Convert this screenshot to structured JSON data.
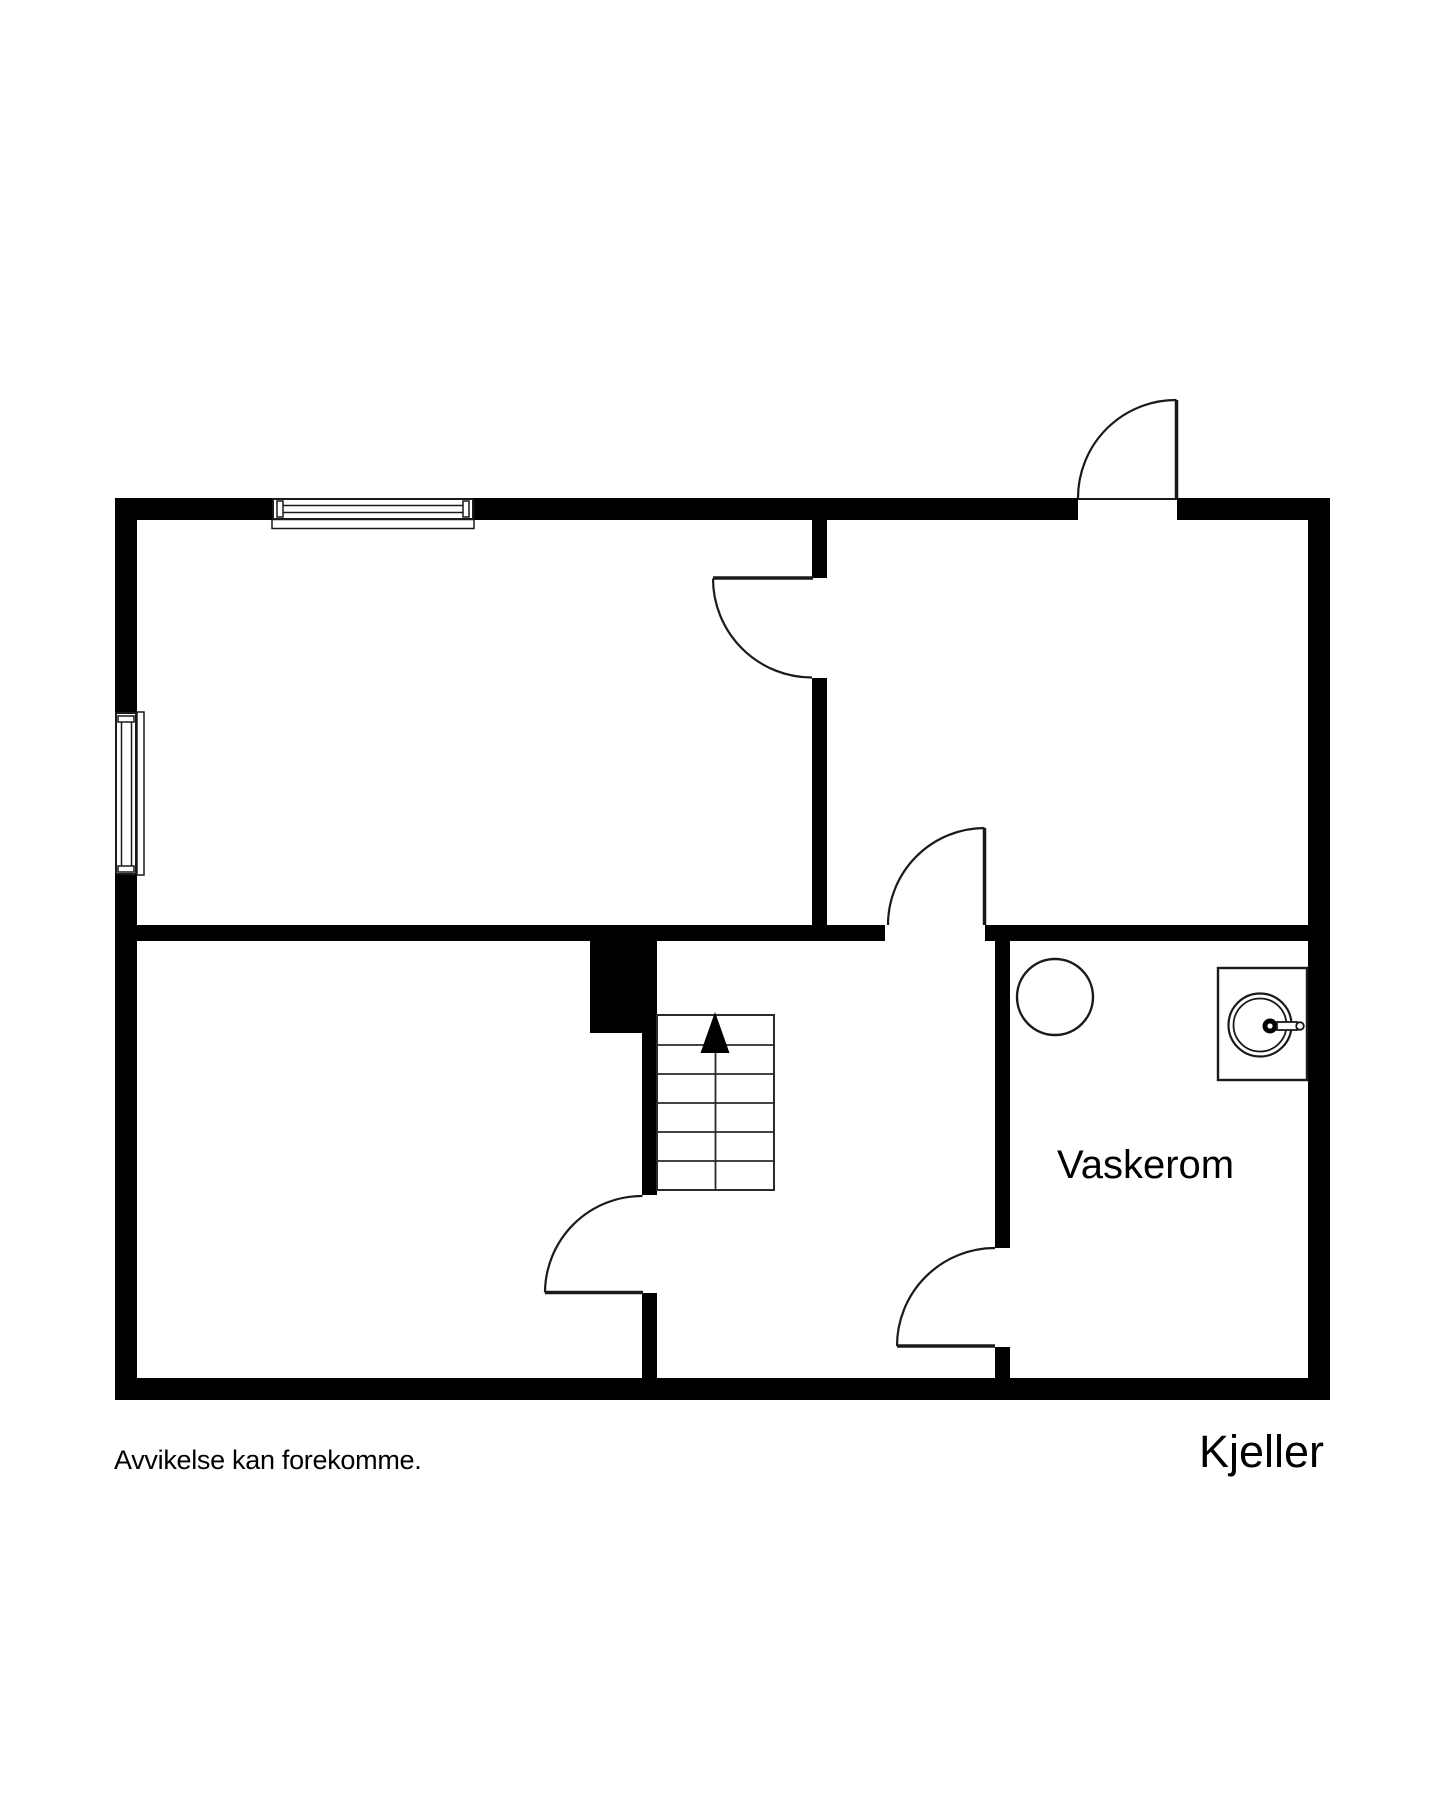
{
  "page": {
    "background_color": "#ffffff"
  },
  "plan": {
    "floor_label": "Kjeller",
    "disclaimer": "Avvikelse kan forekomme.",
    "wall_color": "#000000",
    "line_color": "#1a1a1a",
    "rooms": [
      {
        "name": "Vaskerom"
      }
    ],
    "symbols": {
      "stairs": "staircase-up-arrow",
      "doors": "quarter-circle-swing-doors",
      "windows": "double-line-windows-with-sill",
      "water_heater": "circle-symbol",
      "sink": "counter-with-round-basin-and-tap"
    }
  }
}
